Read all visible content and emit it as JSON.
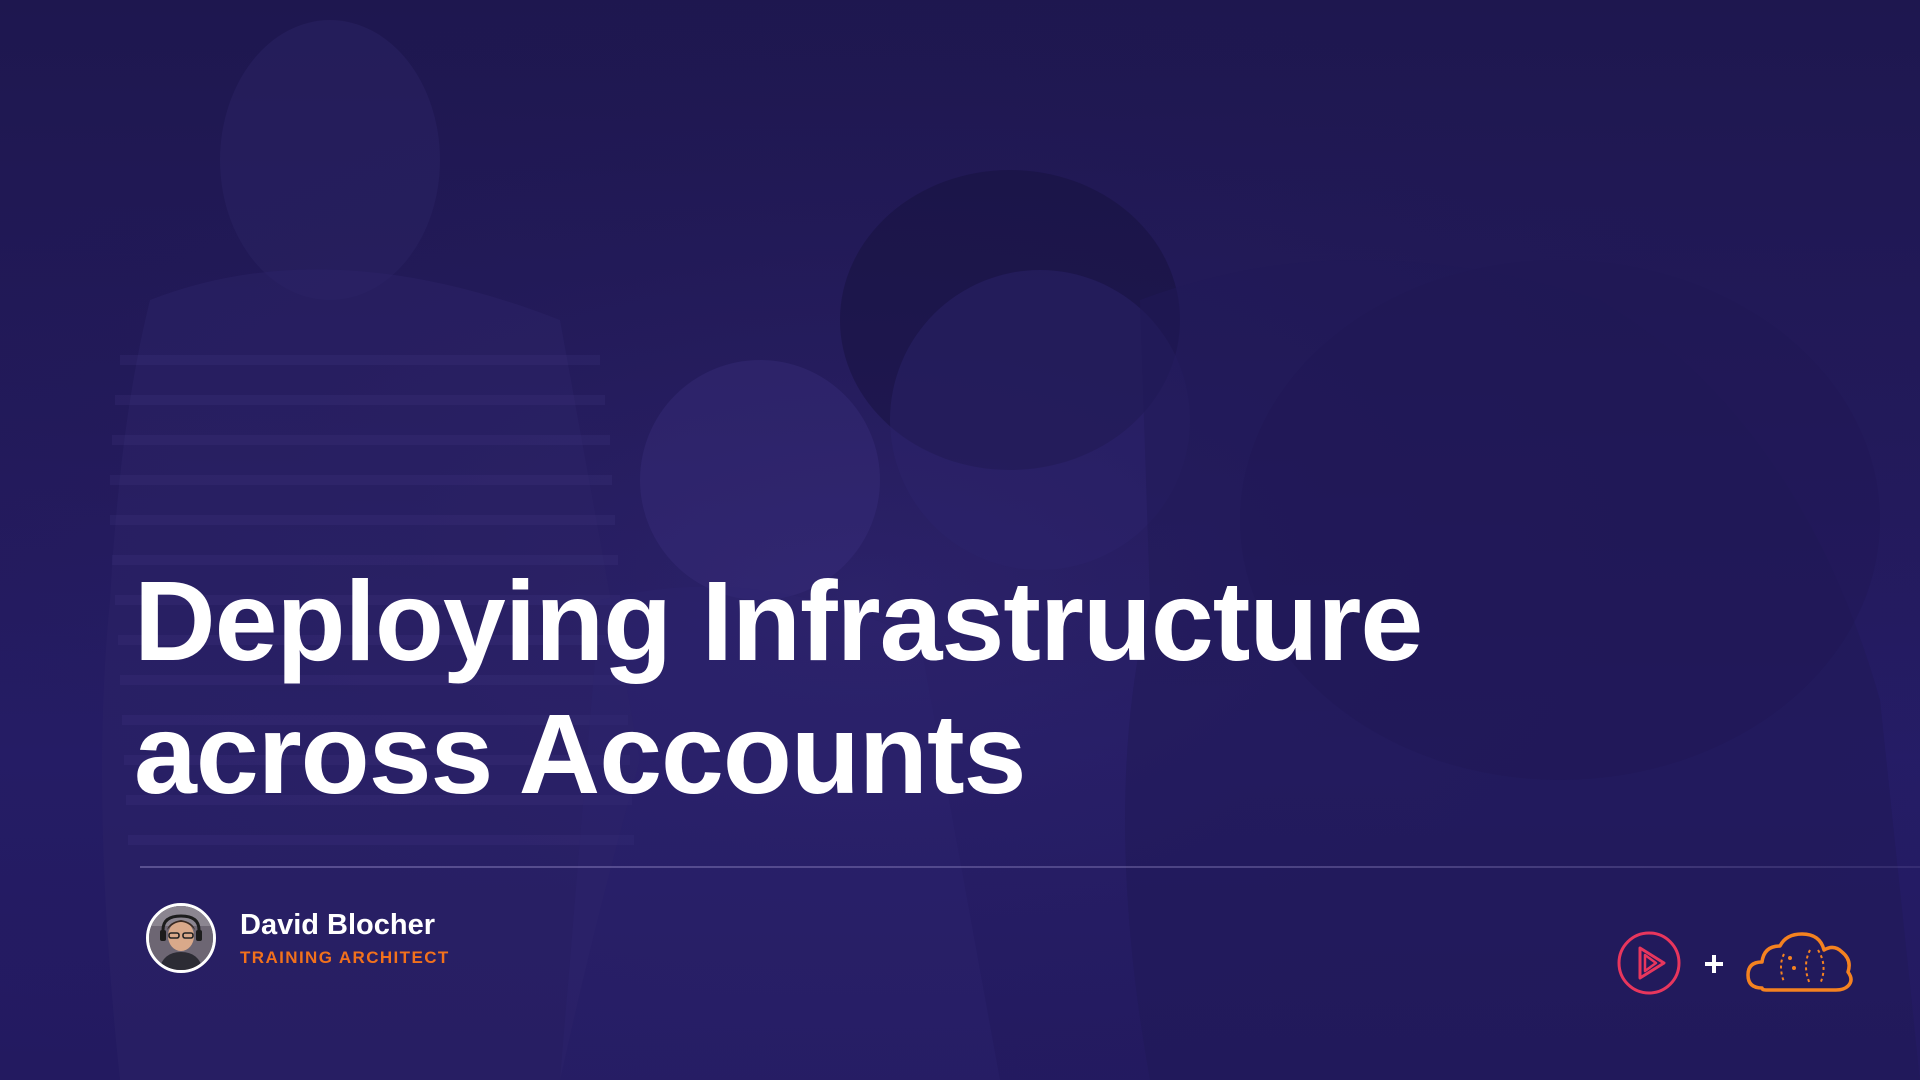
{
  "slide": {
    "title_line1": "Deploying Infrastructure",
    "title_line2": "across Accounts",
    "presenter": {
      "name": "David Blocher",
      "role": "TRAINING ARCHITECT"
    },
    "logos": {
      "left": "pluralsight-play-icon",
      "joiner": "+",
      "right": "a-cloud-guru-cloud-icon"
    }
  },
  "colors": {
    "background": "#231a5c",
    "title": "#ffffff",
    "role_accent": "#f2711c",
    "play_logo": "#e8365d",
    "cloud_logo": "#f58220"
  }
}
